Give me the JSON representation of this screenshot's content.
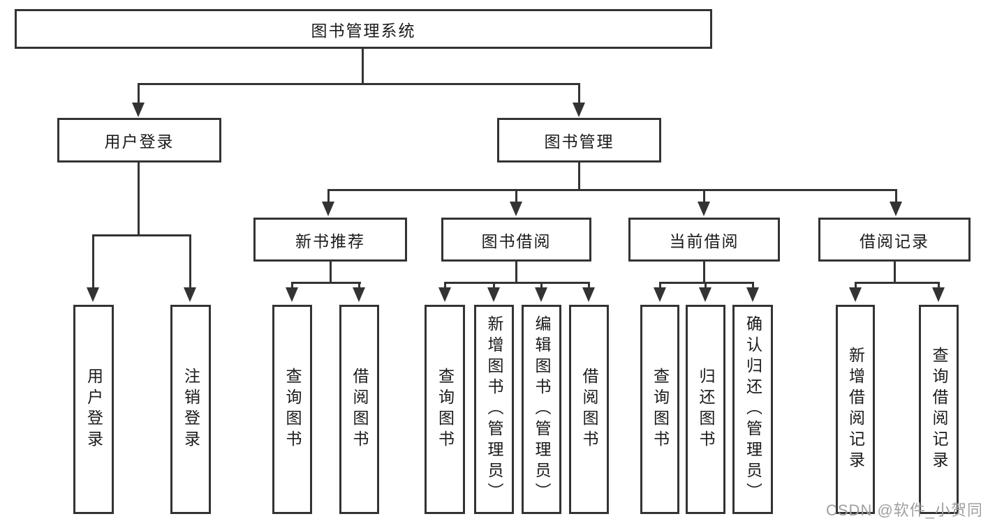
{
  "root_label": "图书管理系统",
  "level1": {
    "user_login": "用户登录",
    "book_management": "图书管理"
  },
  "level2": {
    "new_book_recommend": "新书推荐",
    "book_borrow": "图书借阅",
    "current_borrow": "当前借阅",
    "borrow_records": "借阅记录"
  },
  "leaves": {
    "user_login_login": "用户登录",
    "user_login_logout": "注销登录",
    "recommend_query": "查询图书",
    "recommend_borrow": "借阅图书",
    "borrow_query": "查询图书",
    "borrow_add": "新增图书（管理员）",
    "borrow_edit": "编辑图书（管理员）",
    "borrow_borrow": "借阅图书",
    "current_query": "查询图书",
    "current_return": "归还图书",
    "current_confirm": "确认归还（管理员）",
    "records_add": "新增借阅记录",
    "records_query": "查询借阅记录"
  },
  "watermark": "CSDN @软件_小贺同学",
  "colors": {
    "line": "#333333",
    "text": "#1a1a1a",
    "background": "#ffffff",
    "watermark": "#9f9f9f"
  }
}
